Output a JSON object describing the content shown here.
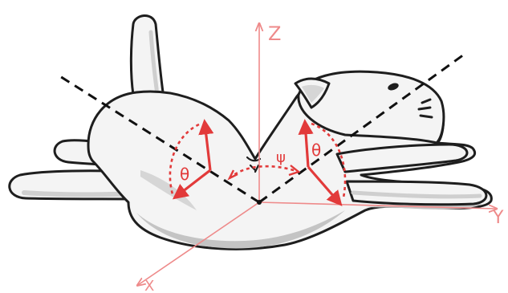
{
  "labels": {
    "axis_z": "Z",
    "axis_y": "Y",
    "axis_x": "X",
    "theta_left": "θ",
    "theta_right": "θ",
    "psi": "ψ"
  },
  "colors": {
    "annotation": "#e23a3a",
    "axis_thin": "#ee9a9a",
    "outline": "#1e1e1e",
    "body_fill": "#f4f4f4",
    "shadow": "#c4c4c4",
    "dashed_axis": "#111111"
  }
}
